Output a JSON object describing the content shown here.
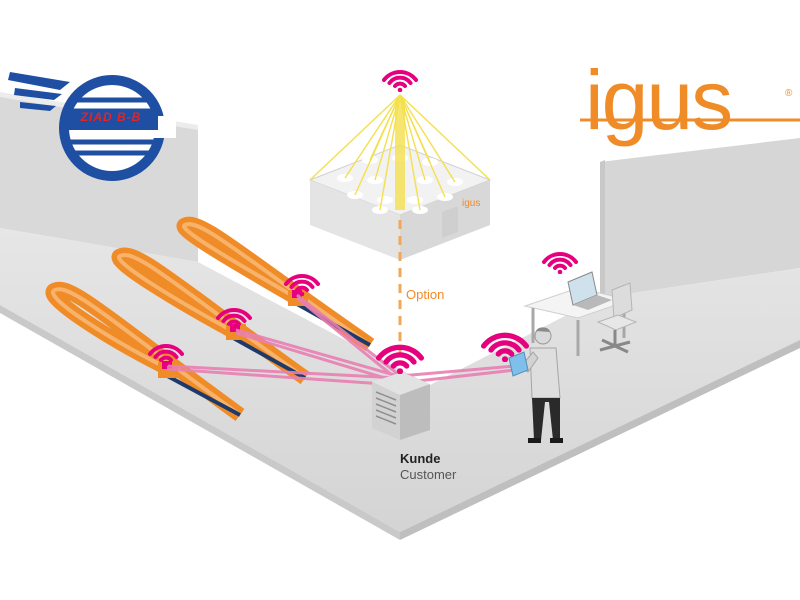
{
  "colors": {
    "floor": "#dcdcdc",
    "wall_left": "#d9d9d9",
    "wall_right": "#d6d6d6",
    "chain_orange": "#f08c28",
    "wireless_magenta": "#e6007e",
    "signal_link_pink": "#e97fb3",
    "igus_orange": "#f08c28",
    "ziad_blue": "#1f4fa3",
    "ziad_red": "#e42424",
    "beam_yellow": "#f4e04d"
  },
  "logos": {
    "ziad": {
      "text": "ZIAD B-B"
    },
    "igus": {
      "text": "igus",
      "registered": "®"
    }
  },
  "icons": [
    "wireless-signal-icon",
    "server-icon",
    "laptop-icon",
    "tablet-icon",
    "person-icon",
    "office-chair-icon",
    "desk-icon"
  ],
  "box": {
    "brand": "igus"
  },
  "labels": {
    "option": "Option",
    "kunde": "Kunde",
    "customer": "Customer"
  }
}
